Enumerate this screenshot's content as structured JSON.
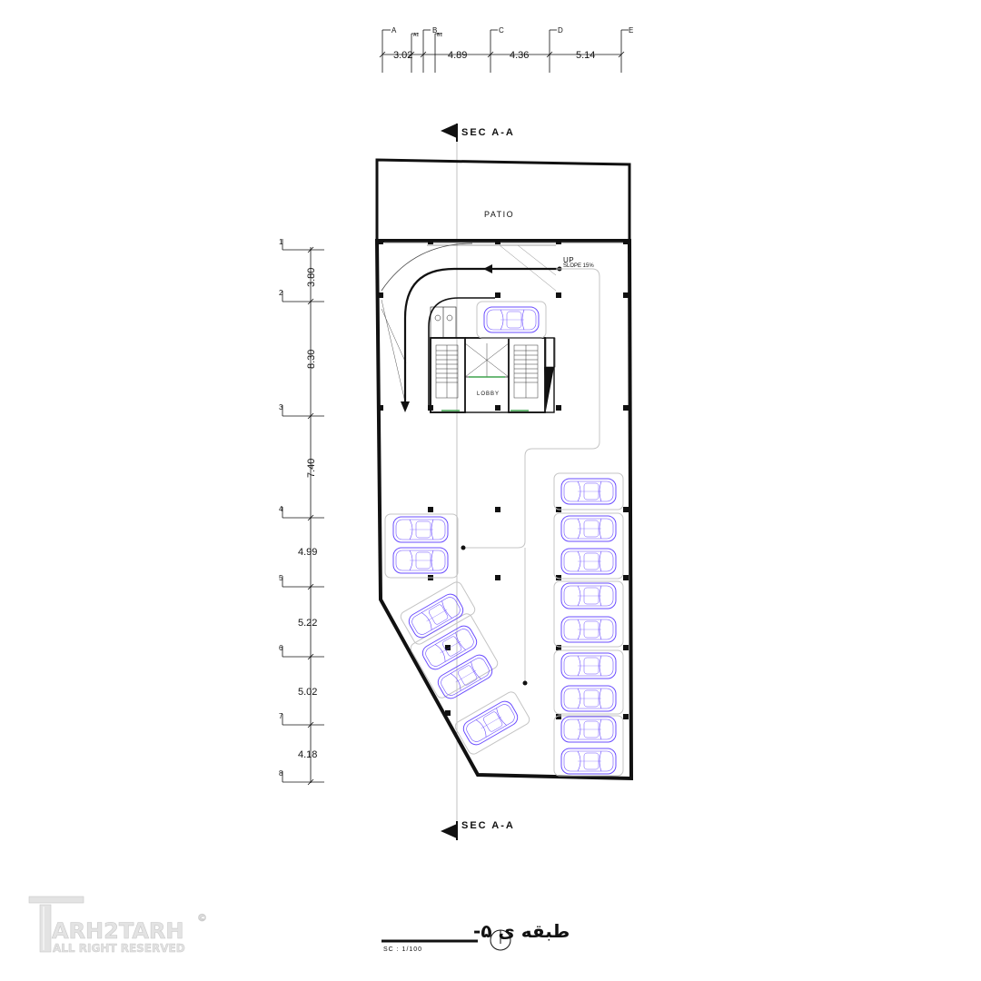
{
  "drawing": {
    "section_top": "SEC A-A",
    "section_bottom": "SEC A-A",
    "patio_label": "PATIO",
    "up_label": "UP",
    "slope_label": "SLOPE 15%",
    "lobby_label": "LOBBY",
    "title": "طبقه ی ۵-",
    "scale": "SC : 1/100"
  },
  "top_axes": {
    "labels": [
      "A",
      "A1",
      "B",
      "B1",
      "C",
      "D",
      "E"
    ],
    "dimensions": [
      "3.02",
      "4.89",
      "4.36",
      "5.14"
    ]
  },
  "left_axes": {
    "labels": [
      "1",
      "2",
      "3",
      "4",
      "5",
      "6",
      "7",
      "8"
    ],
    "dimensions": [
      "3.80",
      "8.30",
      "7.40",
      "4.99",
      "5.22",
      "5.02",
      "4.18"
    ]
  },
  "logo": {
    "brand": "ARH2TARH",
    "initial": "T",
    "rights": "ALL RIGHT RESERVED",
    "copyright": "©"
  },
  "colors": {
    "wall": "#111111",
    "car_outline": "#6a4cff",
    "ramp_green": "#3fa34d",
    "guide_line": "#bdbdbd",
    "logo_gray": "#c8c8c8"
  }
}
